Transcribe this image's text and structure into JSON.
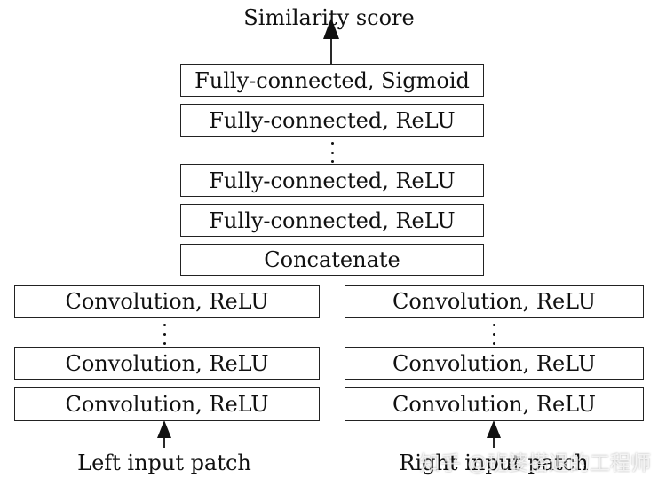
{
  "output": {
    "label": "Similarity score"
  },
  "top_stack": {
    "sigmoid": "Fully-connected, Sigmoid",
    "fc_relu_1": "Fully-connected, ReLU",
    "fc_relu_2": "Fully-connected, ReLU",
    "fc_relu_3": "Fully-connected, ReLU",
    "concat": "Concatenate"
  },
  "left_branch": {
    "conv_top": "Convolution, ReLU",
    "conv_mid": "Convolution, ReLU",
    "conv_bottom": "Convolution, ReLU",
    "input": "Left input patch"
  },
  "right_branch": {
    "conv_top": "Convolution, ReLU",
    "conv_mid": "Convolution, ReLU",
    "conv_bottom": "Convolution, ReLU",
    "input": "Right input patch"
  },
  "watermark": {
    "text": "知乎 @班婆搭退的工程师"
  }
}
